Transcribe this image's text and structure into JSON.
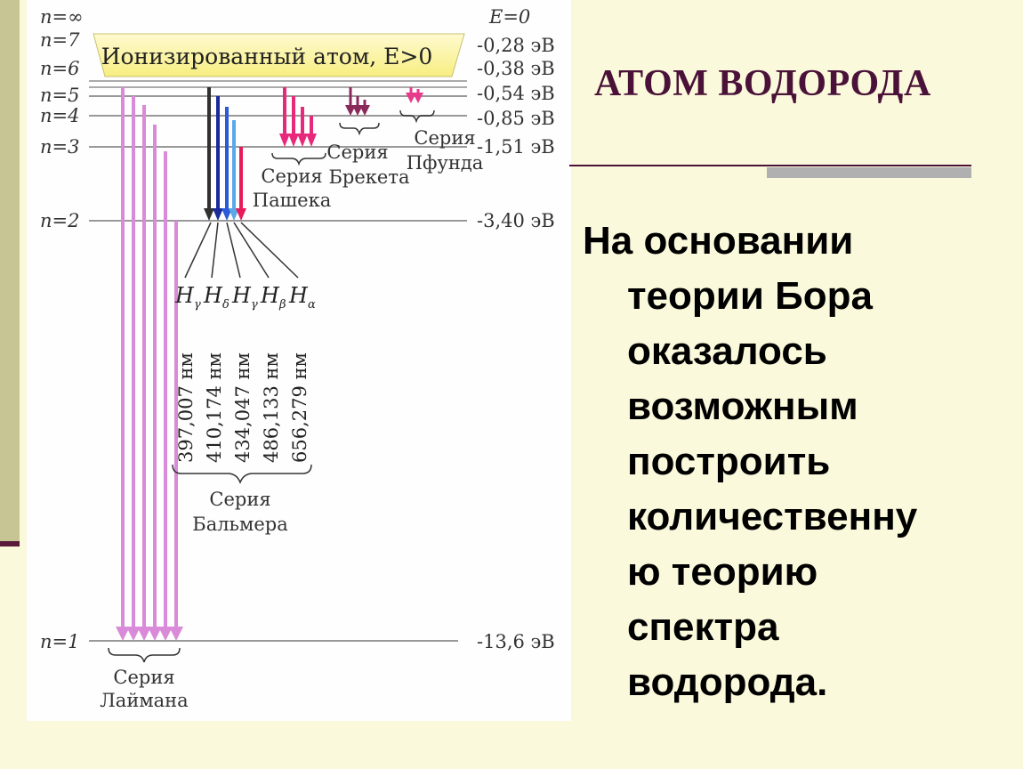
{
  "slide": {
    "title": "АТОМ ВОДОРОДА",
    "body_lines": [
      "На основании",
      "теории Бора",
      "оказалось",
      "возможным",
      "построить",
      "количественну",
      "ю теорию",
      "спектра",
      "водорода."
    ]
  },
  "diagram": {
    "levels": [
      {
        "n_label": "n=∞",
        "energy": "E=0"
      },
      {
        "n_label": "n=7",
        "energy": "-0,28 эВ"
      },
      {
        "n_label": "n=6",
        "energy": "-0,38 эВ"
      },
      {
        "n_label": "n=5",
        "energy": "-0,54 эВ"
      },
      {
        "n_label": "n=4",
        "energy": "-0,85 эВ"
      },
      {
        "n_label": "n=3",
        "energy": "-1,51 эВ"
      },
      {
        "n_label": "n=2",
        "energy": "-3,40 эВ"
      },
      {
        "n_label": "n=1",
        "energy": "-13,6 эВ"
      }
    ],
    "ionized_label": "Ионизированный атом, E>0",
    "series": {
      "lyman": [
        "Серия",
        "Лаймана"
      ],
      "balmer": [
        "Серия",
        "Бальмера"
      ],
      "paschen": [
        "Серия",
        "Пашека"
      ],
      "brackett": [
        "Серия",
        "Брекета"
      ],
      "pfund": [
        "Серия",
        "Пфунда"
      ]
    },
    "balmer_lines": [
      {
        "symbol": "H",
        "sub": "γ",
        "wavelength": "397,007 нм"
      },
      {
        "symbol": "H",
        "sub": "δ",
        "wavelength": "410,174 нм"
      },
      {
        "symbol": "H",
        "sub": "γ",
        "wavelength": "434,047 нм"
      },
      {
        "symbol": "H",
        "sub": "β",
        "wavelength": "486,133 нм"
      },
      {
        "symbol": "H",
        "sub": "α",
        "wavelength": "656,279 нм"
      }
    ],
    "colors": {
      "lyman": "#d98ad8",
      "paschen": "#e8287a",
      "brackett": "#8a2a5a",
      "pfund": "#e83a8a",
      "balmer": [
        "#303030",
        "#1a2a9a",
        "#2a5ad8",
        "#5aa8e8",
        "#e81a5a"
      ]
    }
  }
}
